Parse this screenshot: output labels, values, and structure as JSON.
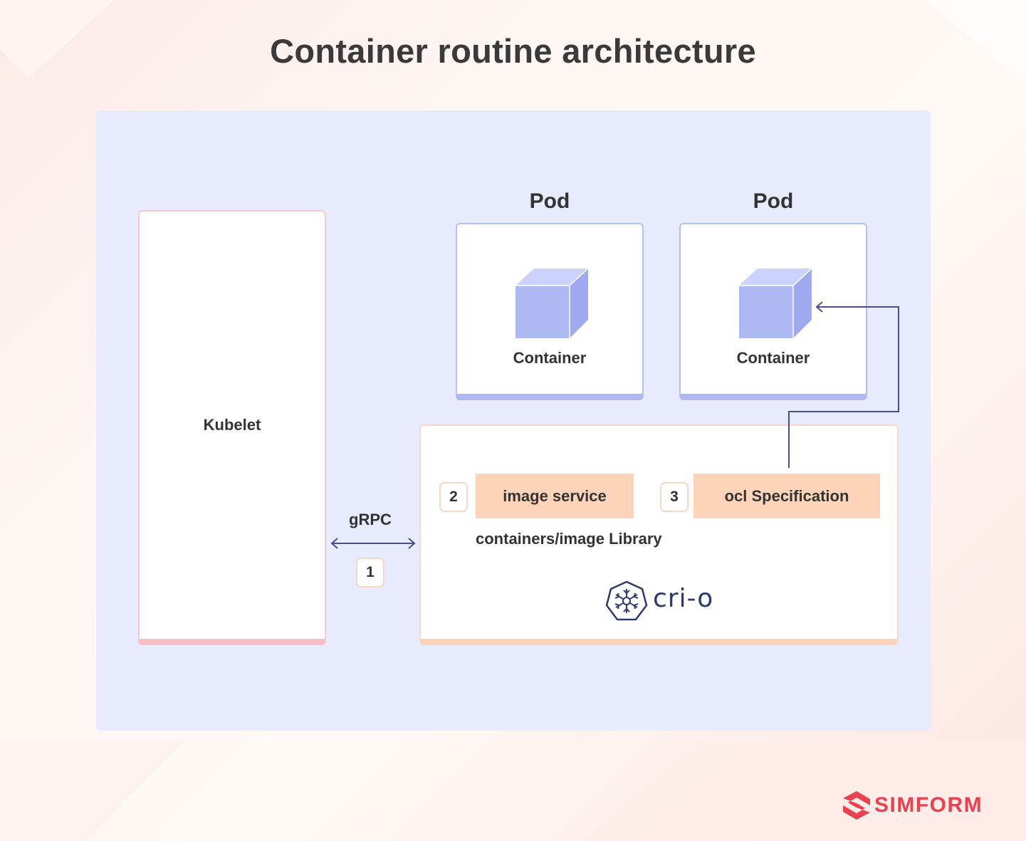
{
  "title": "Container routine architecture",
  "kubelet": {
    "label": "Kubelet"
  },
  "pods": [
    {
      "label": "Pod",
      "container_label": "Container"
    },
    {
      "label": "Pod",
      "container_label": "Container"
    }
  ],
  "connection": {
    "protocol": "gRPC",
    "step": "1"
  },
  "crio": {
    "services": [
      {
        "step": "2",
        "label": "image service"
      },
      {
        "step": "3",
        "label": "ocl Specification"
      }
    ],
    "library_label": "containers/image Library",
    "logo_text": "cri-o"
  },
  "brand": {
    "name": "SIMFORM"
  },
  "colors": {
    "panel": "#e7ebfd",
    "kubelet_accent": "#f8bec5",
    "pod_accent": "#aeb9f4",
    "crio_accent": "#fcd3bb",
    "service_fill": "#fdd4b9",
    "cube": "#aeb9f4",
    "arrow": "#4a4f8c",
    "brand": "#e8414f"
  }
}
